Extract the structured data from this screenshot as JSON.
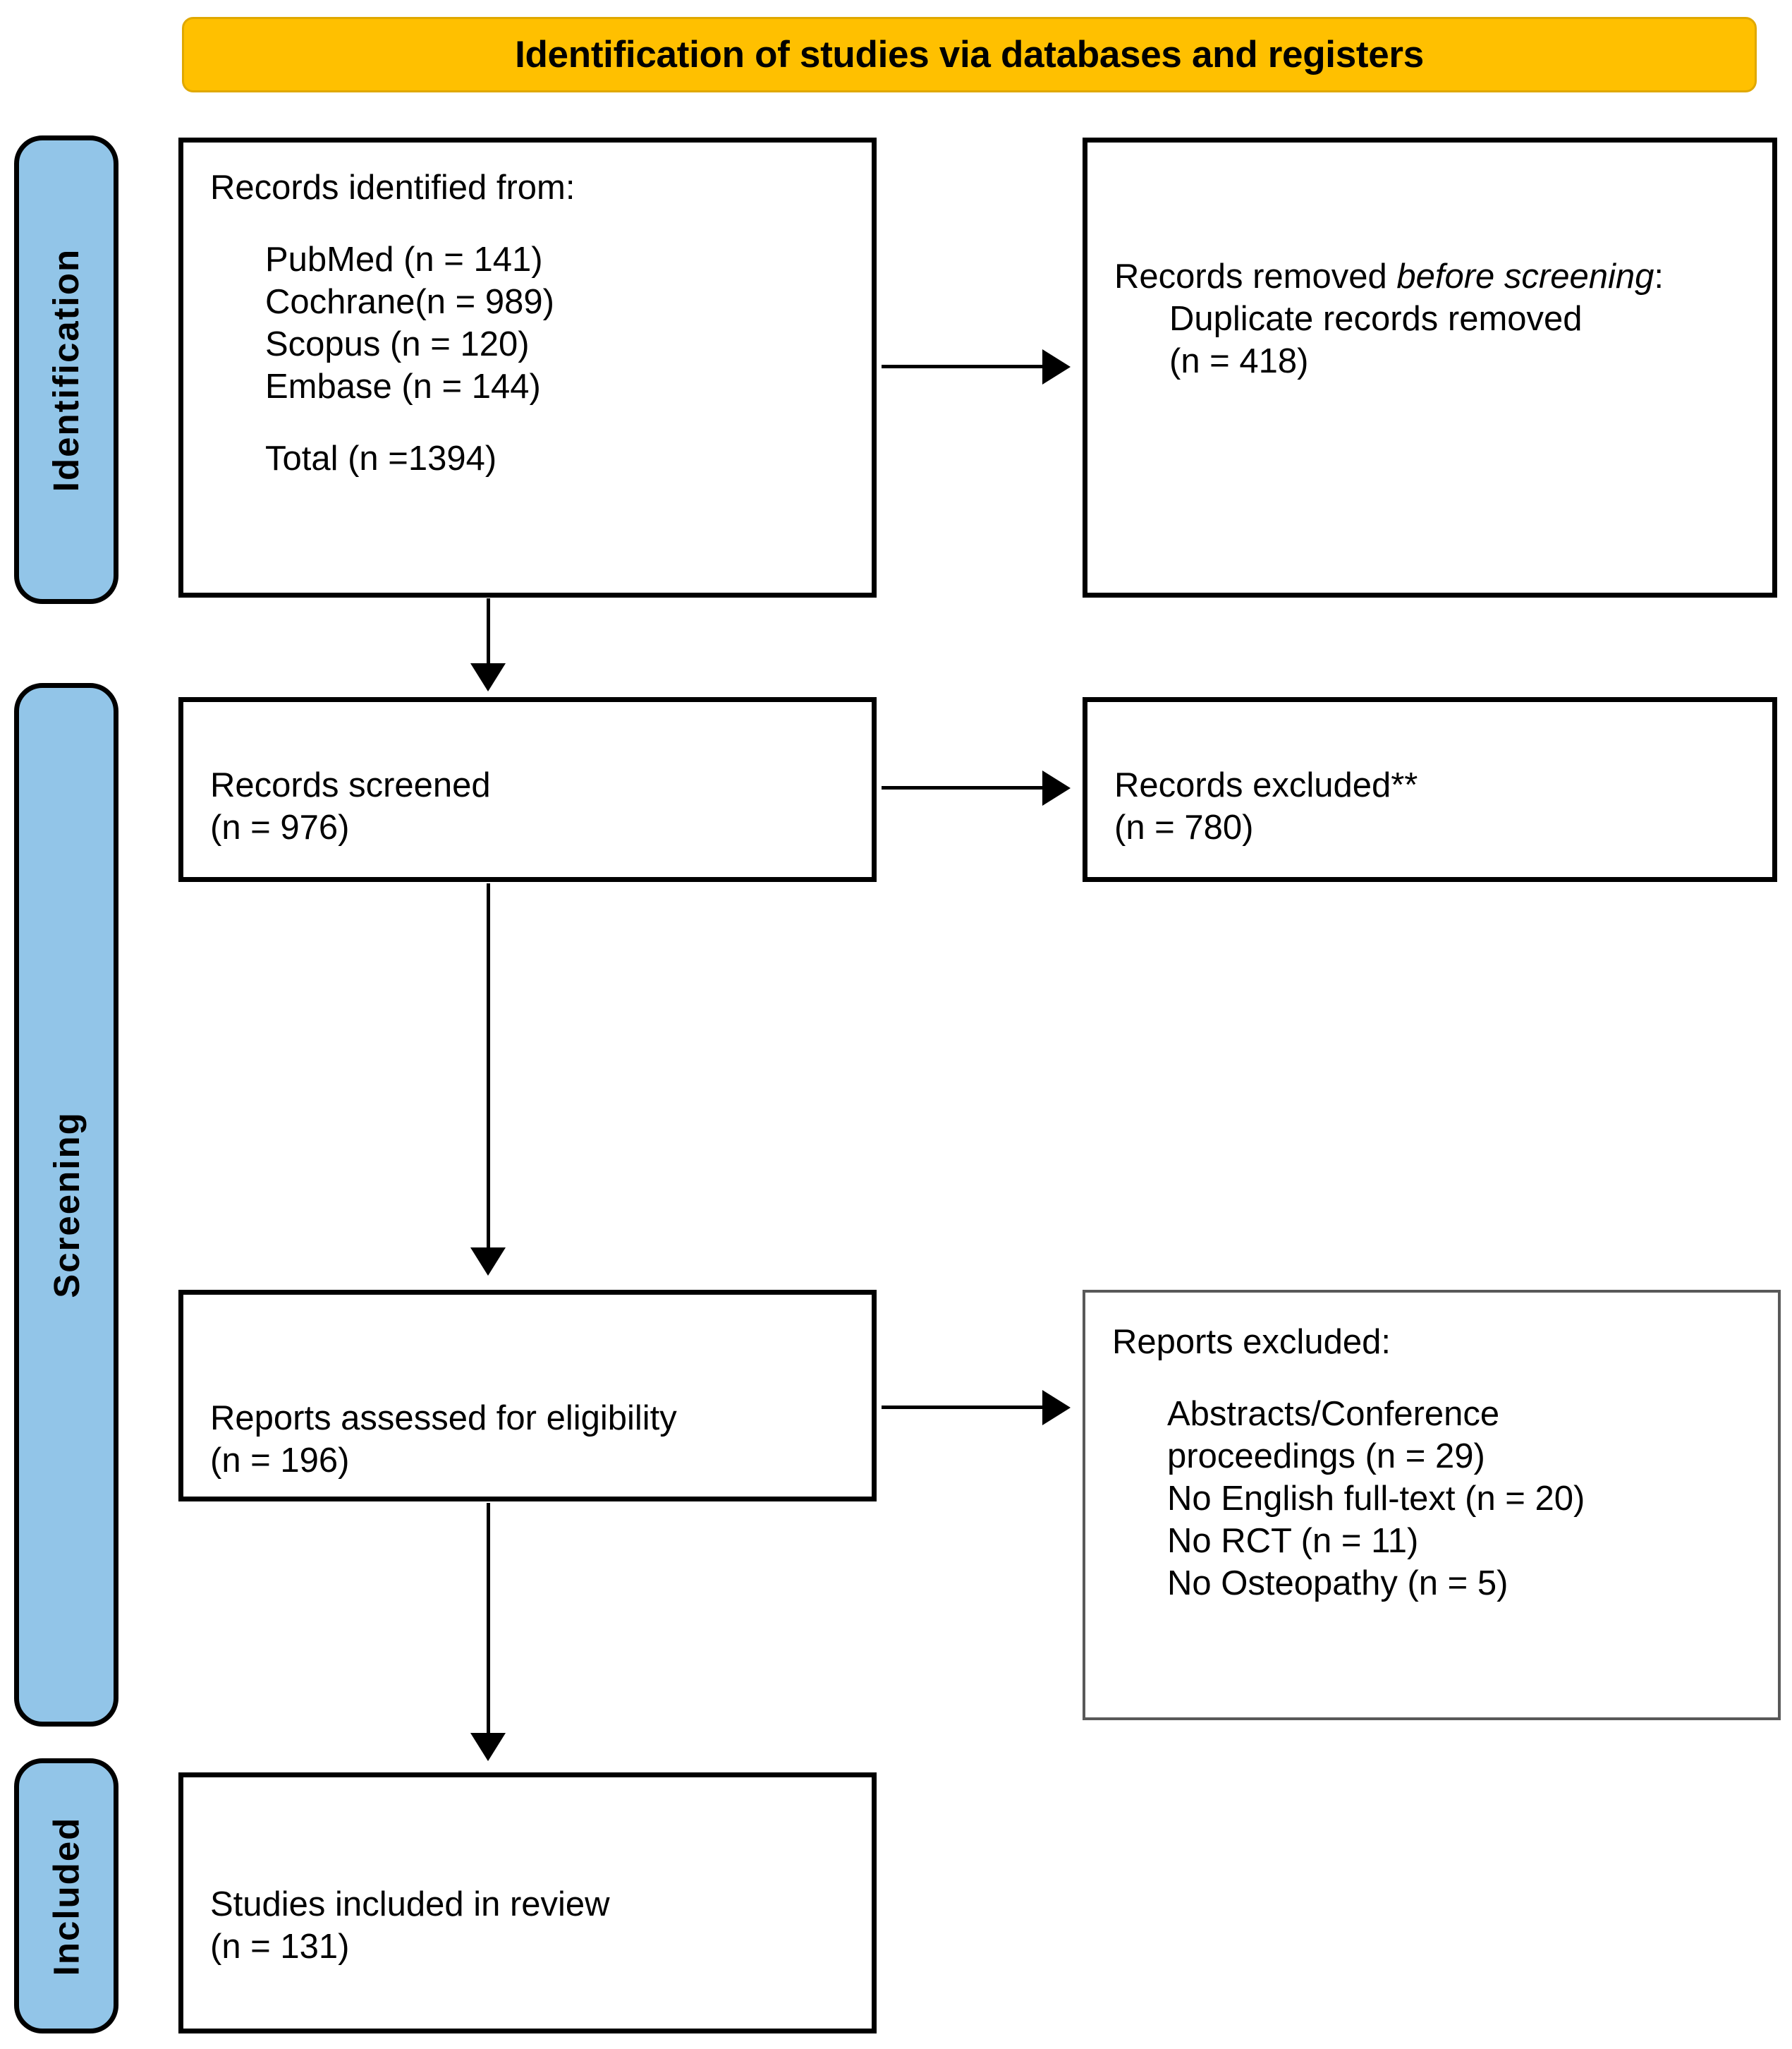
{
  "banner": {
    "title": "Identification of studies via databases and registers",
    "background_color": "#FFC000"
  },
  "stages": {
    "identification": "Identification",
    "screening": "Screening",
    "included": "Included",
    "background_color": "#92C5E8"
  },
  "boxes": {
    "identified": {
      "heading": "Records identified from:",
      "sources": [
        "PubMed (n = 141)",
        "Cochrane(n = 989)",
        "Scopus (n = 120)",
        "Embase (n = 144)"
      ],
      "total": "Total (n =1394)"
    },
    "removed": {
      "heading_plain": "Records removed ",
      "heading_italic": "before screening",
      "heading_colon": ":",
      "detail": "Duplicate records removed",
      "count": "(n = 418)"
    },
    "screened": {
      "label": "Records screened",
      "count": "(n = 976)"
    },
    "excluded": {
      "label": "Records excluded**",
      "count": "(n = 780)"
    },
    "eligibility": {
      "label": "Reports assessed for eligibility",
      "count": "(n = 196)"
    },
    "reports_excluded": {
      "heading": "Reports excluded:",
      "reasons": [
        "Abstracts/Conference",
        "proceedings (n = 29)",
        "No English full-text (n = 20)",
        "No RCT (n = 11)",
        "No Osteopathy (n = 5)"
      ]
    },
    "included": {
      "label": "Studies included in review",
      "count": "(n = 131)"
    }
  },
  "flow_data": {
    "type": "prisma-flow",
    "counts": {
      "pubmed": 141,
      "cochrane": 989,
      "scopus": 120,
      "embase": 144,
      "total_identified": 1394,
      "duplicates_removed": 418,
      "records_screened": 976,
      "records_excluded": 780,
      "reports_assessed": 196,
      "excluded_abstracts_conference_proceedings": 29,
      "excluded_no_english_fulltext": 20,
      "excluded_no_rct": 11,
      "excluded_no_osteopathy": 5,
      "studies_included": 131
    }
  }
}
